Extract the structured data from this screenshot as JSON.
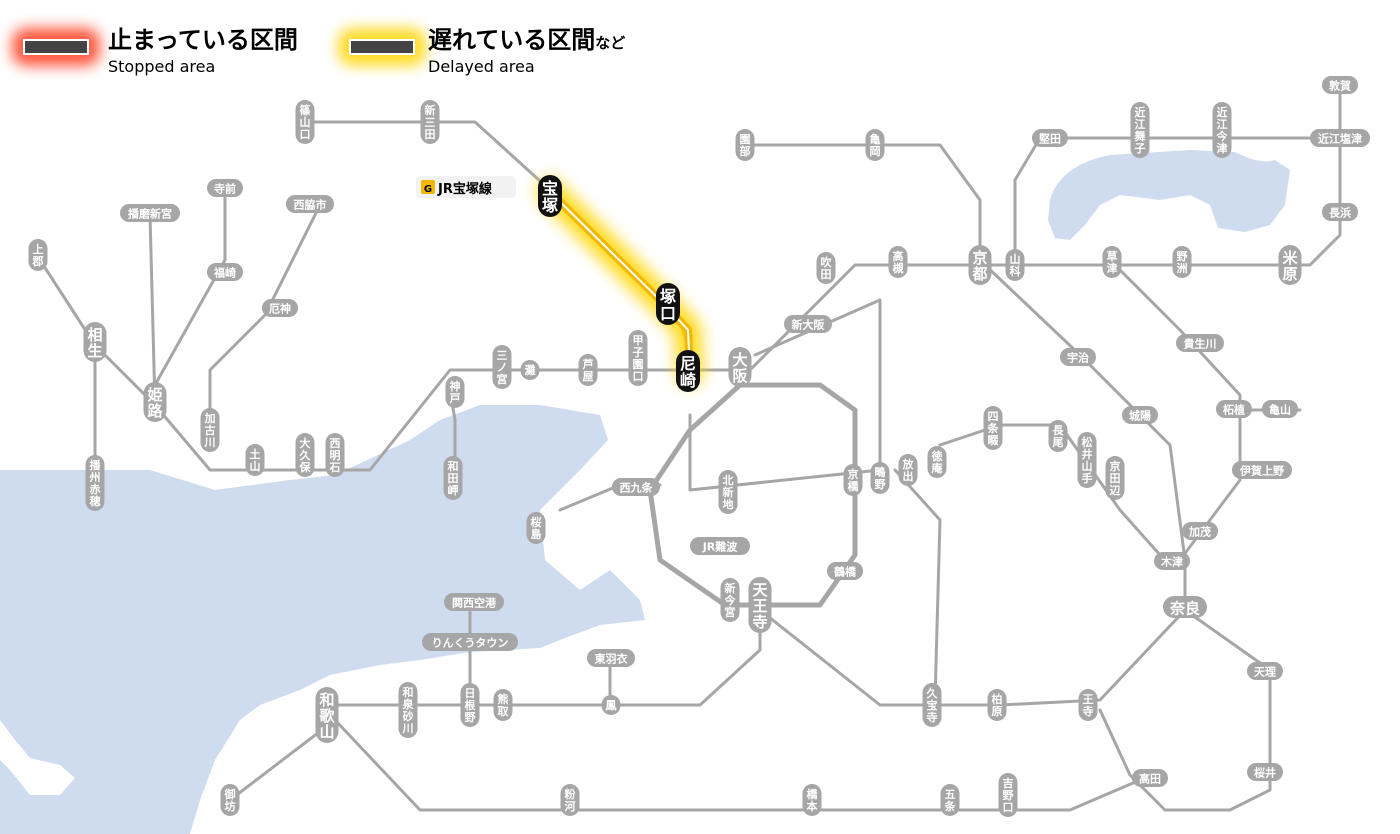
{
  "legend": {
    "stopped": {
      "jp": "止まっている区間",
      "en": "Stopped area"
    },
    "delayed": {
      "jp": "遅れている区間",
      "jp_suffix": "など",
      "en": "Delayed area"
    },
    "colors": {
      "stopped_glow": "#ff3b1f",
      "delayed_glow": "#ffd500",
      "line": "#444444"
    }
  },
  "affected_line": {
    "badge": "G",
    "name": "JR宝塚線",
    "status": "delayed",
    "color": "#f2b800"
  },
  "stations": {
    "sasayamaguchi": "篠山口",
    "shinsanda": "新三田",
    "takarazuka": "宝塚",
    "tsukaguchi": "塚口",
    "amagasaki": "尼崎",
    "koshienguchi": "甲子園口",
    "ashiya": "芦屋",
    "nada": "灘",
    "sannomiya": "三ノ宮",
    "kobe": "神戸",
    "wadamisaki": "和田岬",
    "nishiakashi": "西明石",
    "okubo": "大久保",
    "tsuchiyama": "土山",
    "kakogawa": "加古川",
    "yakujin": "厄神",
    "nishiwakishi": "西脇市",
    "teramae": "寺前",
    "fukusaki": "福崎",
    "harimashingu": "播磨新宮",
    "himeji": "姫路",
    "kamigori": "上郡",
    "aioi": "相生",
    "banshuako": "播州赤穂",
    "sonobe": "園部",
    "kameoka": "亀岡",
    "katata": "堅田",
    "omimaiko": "近江舞子",
    "omiimazu": "近江今津",
    "tsuruga": "敦賀",
    "omishiotsu": "近江塩津",
    "nagahama": "長浜",
    "maibara": "米原",
    "kyoto": "京都",
    "yamashina": "山科",
    "kusatsu": "草津",
    "yasu": "野洲",
    "takatsuki": "高槻",
    "suita": "吹田",
    "shinosaka": "新大阪",
    "osaka": "大阪",
    "uji": "宇治",
    "kibukawa": "貴生川",
    "tsuge": "柘植",
    "kameyama": "亀山",
    "iga": "伊賀上野",
    "kamo": "加茂",
    "kizu": "木津",
    "nara": "奈良",
    "joyo": "城陽",
    "shijonawate": "四条畷",
    "nagao": "長尾",
    "matsuiyamate": "松井山手",
    "kyotanabe": "京田辺",
    "tokuan": "徳庵",
    "hanaten": "放出",
    "shigino": "鴫野",
    "kyobashi": "京橋",
    "kitashinchi": "北新地",
    "nishikujo": "西九条",
    "sakurajima": "桜島",
    "jrnamba": "JR難波",
    "shinimamiya": "新今宮",
    "tennoji": "天王寺",
    "tsuruhashi": "鶴橋",
    "kansaiairport": "関西空港",
    "rinku": "りんくうタウン",
    "higashihagoromo": "東羽衣",
    "otori": "鳳",
    "kumatori": "熊取",
    "hineno": "日根野",
    "izumisunagawa": "和泉砂川",
    "wakayama": "和歌山",
    "gobo": "御坊",
    "kokawa": "粉河",
    "hashimoto": "橋本",
    "gojo": "五条",
    "yoshinoguchi": "吉野口",
    "takada": "高田",
    "sakurai": "桜井",
    "tenri": "天理",
    "oji": "王寺",
    "kashiwara": "柏原",
    "kyuhoji": "久宝寺"
  }
}
